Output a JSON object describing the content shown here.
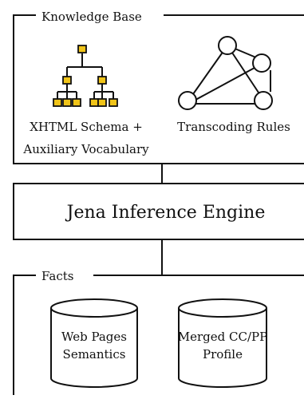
{
  "knowledge_base": {
    "title": "Knowledge Base",
    "schema_label_line1": "XHTML Schema +",
    "schema_label_line2": "Auxiliary Vocabulary",
    "rules_label": "Transcoding Rules",
    "schema_icon": "tree-hierarchy-icon",
    "rules_icon": "graph-network-icon"
  },
  "engine": {
    "label": "Jena Inference Engine"
  },
  "facts": {
    "title": "Facts",
    "databases": [
      {
        "line1": "Web Pages",
        "line2": "Semantics",
        "icon": "database-cylinder-icon"
      },
      {
        "line1": "Merged CC/PP",
        "line2": "Profile",
        "icon": "database-cylinder-icon"
      }
    ]
  },
  "colors": {
    "stroke": "#111111",
    "background": "#ffffff",
    "tree_node_fill": "#f0c419"
  }
}
